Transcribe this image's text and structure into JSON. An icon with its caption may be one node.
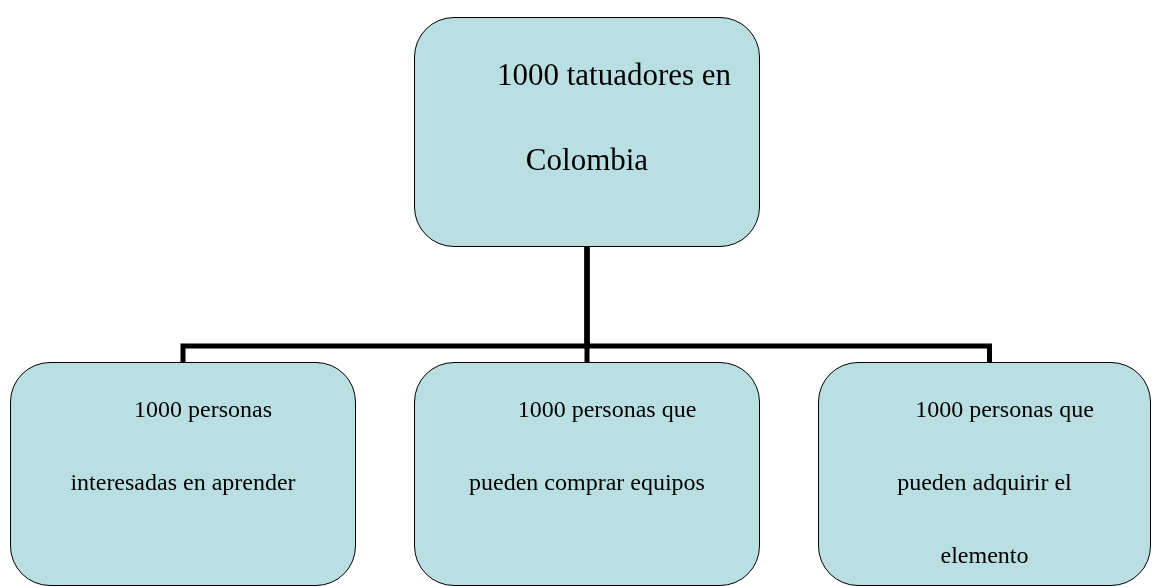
{
  "diagram": {
    "nodes": [
      {
        "text": [
          "1000 tatuadores en Colombia"
        ]
      },
      {
        "text": [
          "1000 personas interesadas en aprender"
        ]
      },
      {
        "text": [
          "1000 personas que pueden comprar equipos"
        ]
      },
      {
        "text": [
          "1000 personas que pueden adquirir el elemento"
        ]
      }
    ],
    "edges": [
      {
        "from": 0,
        "to": 1,
        "arrow": "none"
      },
      {
        "from": 0,
        "to": 2,
        "arrow": "none"
      },
      {
        "from": 0,
        "to": 3,
        "arrow": "none"
      }
    ]
  }
}
